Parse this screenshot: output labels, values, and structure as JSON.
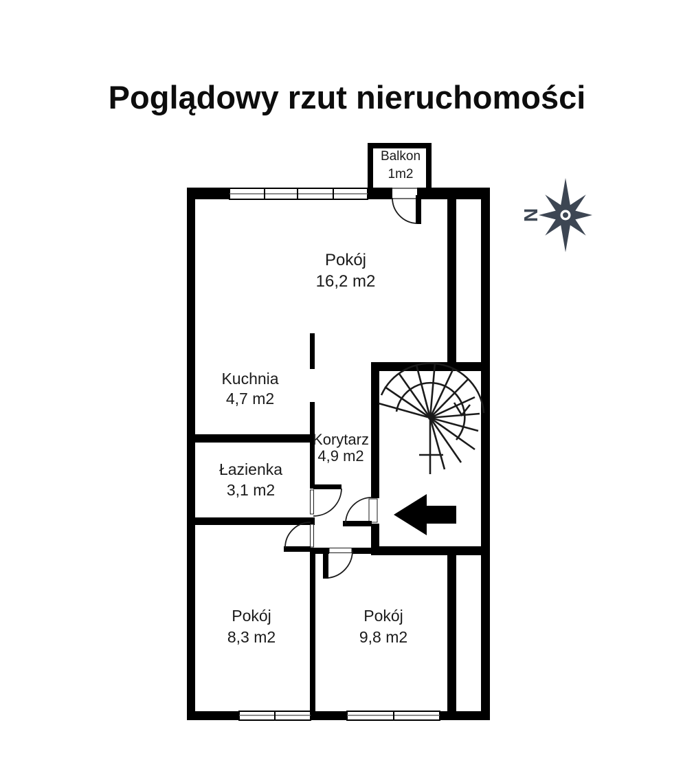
{
  "title": "Poglądowy rzut nieruchomości",
  "compass": {
    "north_label": "N"
  },
  "rooms": {
    "balkon": {
      "name": "Balkon",
      "area": "1m2"
    },
    "pokoj_duzy": {
      "name": "Pokój",
      "area": "16,2 m2"
    },
    "kuchnia": {
      "name": "Kuchnia",
      "area": "4,7 m2"
    },
    "korytarz": {
      "name": "Korytarz",
      "area": "4,9 m2"
    },
    "lazienka": {
      "name": "Łazienka",
      "area": "3,1 m2"
    },
    "pokoj_maly": {
      "name": "Pokój",
      "area": "8,3 m2"
    },
    "pokoj_sredni": {
      "name": "Pokój",
      "area": "9,8 m2"
    }
  }
}
